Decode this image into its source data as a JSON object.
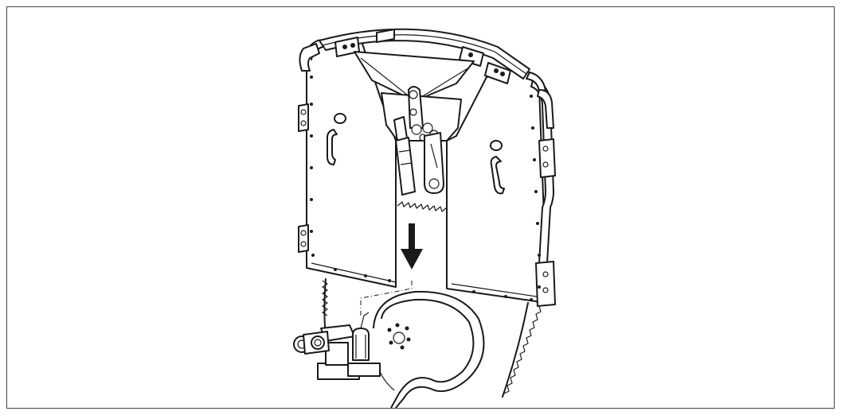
{
  "figure": {
    "description_icons": [
      "saw-guard-assembly",
      "saw-blade",
      "motor-unit",
      "mounting-arrow"
    ]
  },
  "colors": {
    "line": "#1a1a1a",
    "background": "#ffffff",
    "frame_border": "#444444"
  }
}
